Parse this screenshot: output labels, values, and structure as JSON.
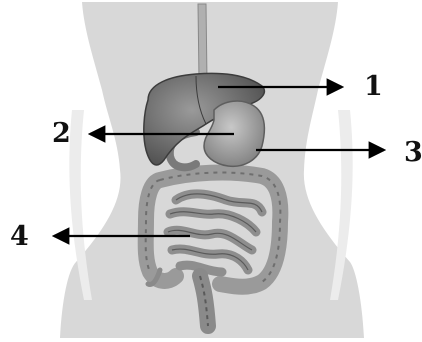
{
  "labels": {
    "one": "1",
    "two": "2",
    "three": "3",
    "four": "4"
  },
  "colors": {
    "background": "#ffffff",
    "silhouette": "#d8d8d8",
    "organ_dark": "#5e5e5e",
    "organ_mid": "#8a8a8a",
    "organ_light": "#b8b8b8",
    "arrow": "#000000"
  }
}
